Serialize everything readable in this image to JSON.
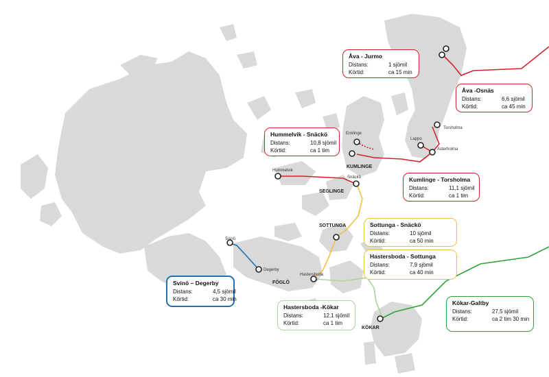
{
  "colors": {
    "red": "#d2232a",
    "yellow": "#f0bf45",
    "blue": "#1f6fb2",
    "light_green": "#a9d39a",
    "green": "#2ca13a",
    "land": "#d9d9d9"
  },
  "places": {
    "svino": "Svinö",
    "degerby": "Degerby",
    "foglo": "FÖGLÖ",
    "hastersboda": "Hastersboda",
    "hummelvik": "Hummelvik",
    "seglinge": "SEGLINGE",
    "snacko": "Snäckö",
    "enklinge": "Enklinge",
    "kumlinge": "KUMLINGE",
    "torsholma": "Torsholma",
    "lappo": "Lappo",
    "asterholma": "Asterholma",
    "sottunga": "SOTTUNGA",
    "kokar": "KÖKAR"
  },
  "routes": [
    {
      "title": "Åva - Jurmo",
      "k1": "Distans:",
      "v1": "1 sjömil",
      "k2": "Körtid:",
      "v2": "ca 15 min"
    },
    {
      "title": "Åva -Osnäs",
      "k1": "Distans:",
      "v1": "6,6 sjömil",
      "k2": "Körtid:",
      "v2": "ca 45 min"
    },
    {
      "title": "Hummelvik - Snäckö",
      "k1": "Distans:",
      "v1": "10,8 sjömil",
      "k2": "Körtid:",
      "v2": "ca 1 tim"
    },
    {
      "title": "Kumlinge - Torsholma",
      "k1": "Distans:",
      "v1": "11,1 sjömil",
      "k2": "Körtid:",
      "v2": "ca 1 tim"
    },
    {
      "title": "Sottunga - Snäckö",
      "k1": "Distans:",
      "v1": "10 sjömil",
      "k2": "Körtid:",
      "v2": "ca 50 min"
    },
    {
      "title": "Hastersboda - Sottunga",
      "k1": "Distans:",
      "v1": "7,9 sjömil",
      "k2": "Körtid:",
      "v2": "ca 40 min"
    },
    {
      "title": "Svinö – Degerby",
      "k1": "Distans:",
      "v1": "4,5 sjömil",
      "k2": "Körtid:",
      "v2": "ca 30 min"
    },
    {
      "title": "Hastersboda -Kökar",
      "k1": "Distans:",
      "v1": "12,1 sjömil",
      "k2": "Körtid:",
      "v2": "ca 1 tim"
    },
    {
      "title": "Kökar-Galtby",
      "k1": "Distans:",
      "v1": "27,5 sjömil",
      "k2": "Körtid:",
      "v2": "ca 2 tim 30 min"
    }
  ]
}
